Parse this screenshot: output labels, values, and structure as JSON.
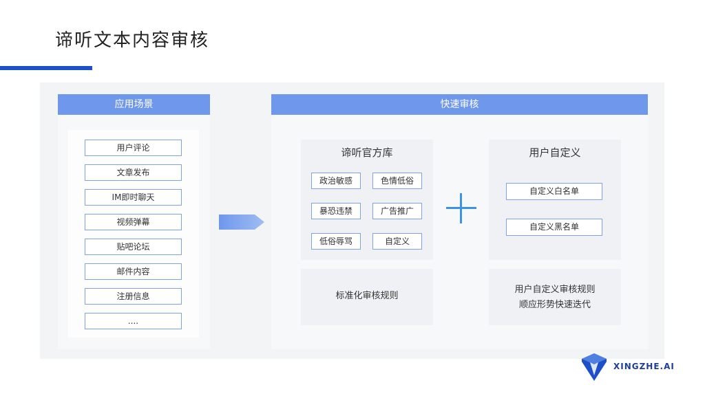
{
  "slide": {
    "title": "谛听文本内容审核"
  },
  "scenarios": {
    "header": "应用场景",
    "items": [
      "用户评论",
      "文章发布",
      "IM即时聊天",
      "视频弹幕",
      "贴吧论坛",
      "邮件内容",
      "注册信息",
      "...."
    ]
  },
  "review": {
    "header": "快速审核",
    "official": {
      "title": "谛听官方库",
      "tags": [
        "政治敏感",
        "色情低俗",
        "暴恐违禁",
        "广告推广",
        "低俗辱骂",
        "自定义"
      ],
      "note": "标准化审核规则"
    },
    "custom": {
      "title": "用户自定义",
      "whitelist": "自定义白名单",
      "blacklist": "自定义黑名单",
      "note_line1": "用户自定义审核规则",
      "note_line2": "顺应形势快速迭代"
    }
  },
  "brand": {
    "name": "XINGZHE.AI",
    "logo_icon": "shield-v-icon"
  },
  "colors": {
    "accent_dark": "#1d4fc6",
    "header_blue": "#6f97ec",
    "border_blue": "#7ea2e8",
    "plus_blue": "#3c92e6"
  }
}
